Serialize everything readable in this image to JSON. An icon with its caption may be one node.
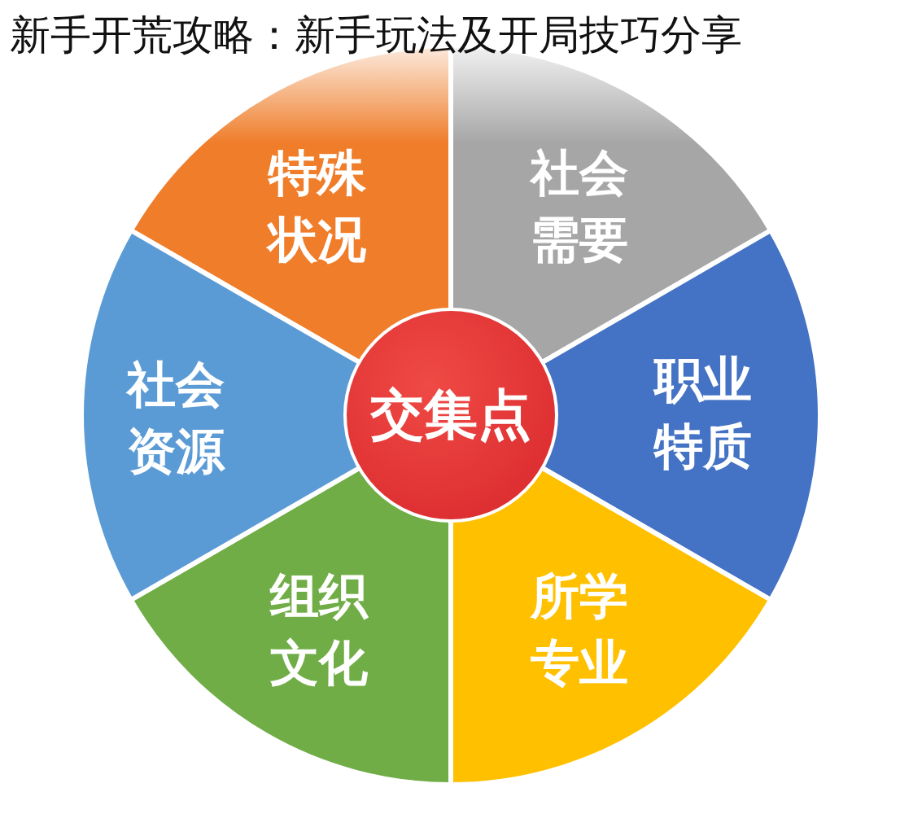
{
  "diagram": {
    "title": "新手开荒攻略：新手玩法及开局技巧分享",
    "nodes": [
      {
        "text": [
          "特殊状况"
        ]
      },
      {
        "text": [
          "社会需要"
        ]
      },
      {
        "text": [
          "职业特质"
        ]
      },
      {
        "text": [
          "所学专业"
        ]
      },
      {
        "text": [
          "组织文化"
        ]
      },
      {
        "text": [
          "社会资源"
        ]
      },
      {
        "text": [
          "交集点"
        ]
      }
    ]
  }
}
